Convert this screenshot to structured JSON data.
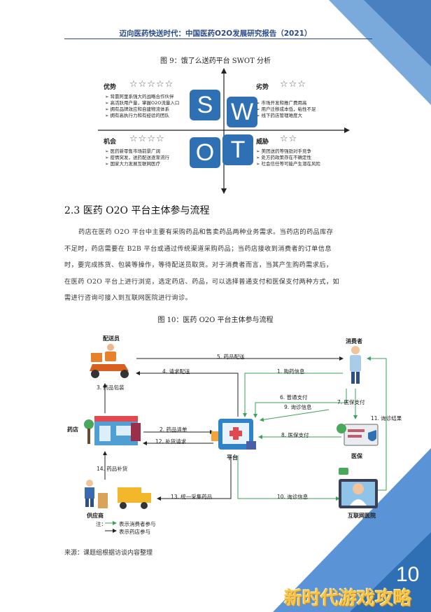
{
  "header": {
    "title": "迈向医药快送时代：中国医药O2O发展研究报告（2021）"
  },
  "fig9": {
    "title": "图 9：饿了么送药平台 SWOT 分析",
    "strengths": {
      "label": "优势",
      "stars": "☆☆☆☆☆",
      "items": [
        "背靠阿里系强大的战略合作伙伴",
        "高活跃用户量，掌握O2O流量入口",
        "拥有品牌效应和自建物流体系",
        "拥有高执行力和有经验的团队"
      ]
    },
    "weaknesses": {
      "label": "劣势",
      "stars": "☆☆☆",
      "items": [
        "市场开发和推广费用高",
        "用户迁移成本低，粘性不足",
        "线下药店管理难度大"
      ]
    },
    "opportunities": {
      "label": "机会",
      "stars": "☆☆☆☆",
      "items": [
        "医药新零售市场前景广阔",
        "疫情突发，送药配送逐渐流行",
        "国家大力发展互联网医疗"
      ]
    },
    "threats": {
      "label": "威胁",
      "stars": "☆☆",
      "items": [
        "美团送药等强劲对手竞争",
        "处方药政策存在不确定性",
        "社会信任等可能产生潜在风险"
      ]
    },
    "tiles": [
      "S",
      "W",
      "O",
      "T"
    ]
  },
  "section": {
    "heading": "2.3 医药 O2O 平台主体参与流程",
    "paragraph_lines": [
      "药店在医药 O2O 平台中主要有采购药品和售卖药品两种业务需求。当药店的药品库存",
      "不足时，药店需要在 B2B 平台或通过传统渠道采购药品；当药店接收到消费者的订单信息",
      "时，要完成拣货、包装等操作，等待配送员取货。对于消费者而言，当其产生购药需求后，",
      "在医药 O2O 平台上进行浏览，选定药店、药品，可以选择普通支付和医保支付两种方式，如",
      "需进行咨询可接入到互联网医院进行询诊。"
    ]
  },
  "fig10": {
    "title": "图 10：医药 O2O 平台主体参与流程",
    "nodes": {
      "courier": "配送员",
      "consumer": "消费者",
      "pharmacy": "药店",
      "platform": "平台",
      "insurance": "医保",
      "supplier": "供应商",
      "hospital": "互联网医院"
    },
    "flows": {
      "f1": "1. 购药信息",
      "f2": "2. 药品清单",
      "f3": "3. 药品包装",
      "f4": "4. 请求配送",
      "f5": "5. 药品配送",
      "f6": "6. 普通支付",
      "f7": "7. 医保支付",
      "f8": "8. 医保支付",
      "f9": "9. 询诊信息",
      "f10": "10. 询诊信息",
      "f11": "11. 询诊结果",
      "f12": "12. 补货请求",
      "f13": "13. 统一采集药品",
      "f14": "14. 药品补货"
    },
    "legend": {
      "title": "注：",
      "green": "表示消费者参与",
      "black": "表示药店参与"
    },
    "colors": {
      "consumer_flow": "#3aa35a",
      "pharmacy_flow": "#222222"
    }
  },
  "source": "来源：课题组根据访谈内容整理",
  "page_number": "10",
  "watermark": "新时代游戏攻略"
}
